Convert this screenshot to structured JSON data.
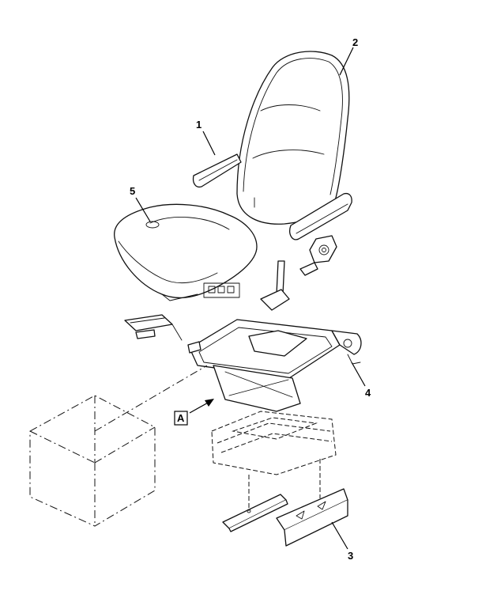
{
  "callouts": {
    "c1": "1",
    "c2": "2",
    "c3": "3",
    "c4": "4",
    "c5": "5"
  },
  "view_label": "A",
  "colors": {
    "line": "#111111",
    "background": "#ffffff"
  }
}
